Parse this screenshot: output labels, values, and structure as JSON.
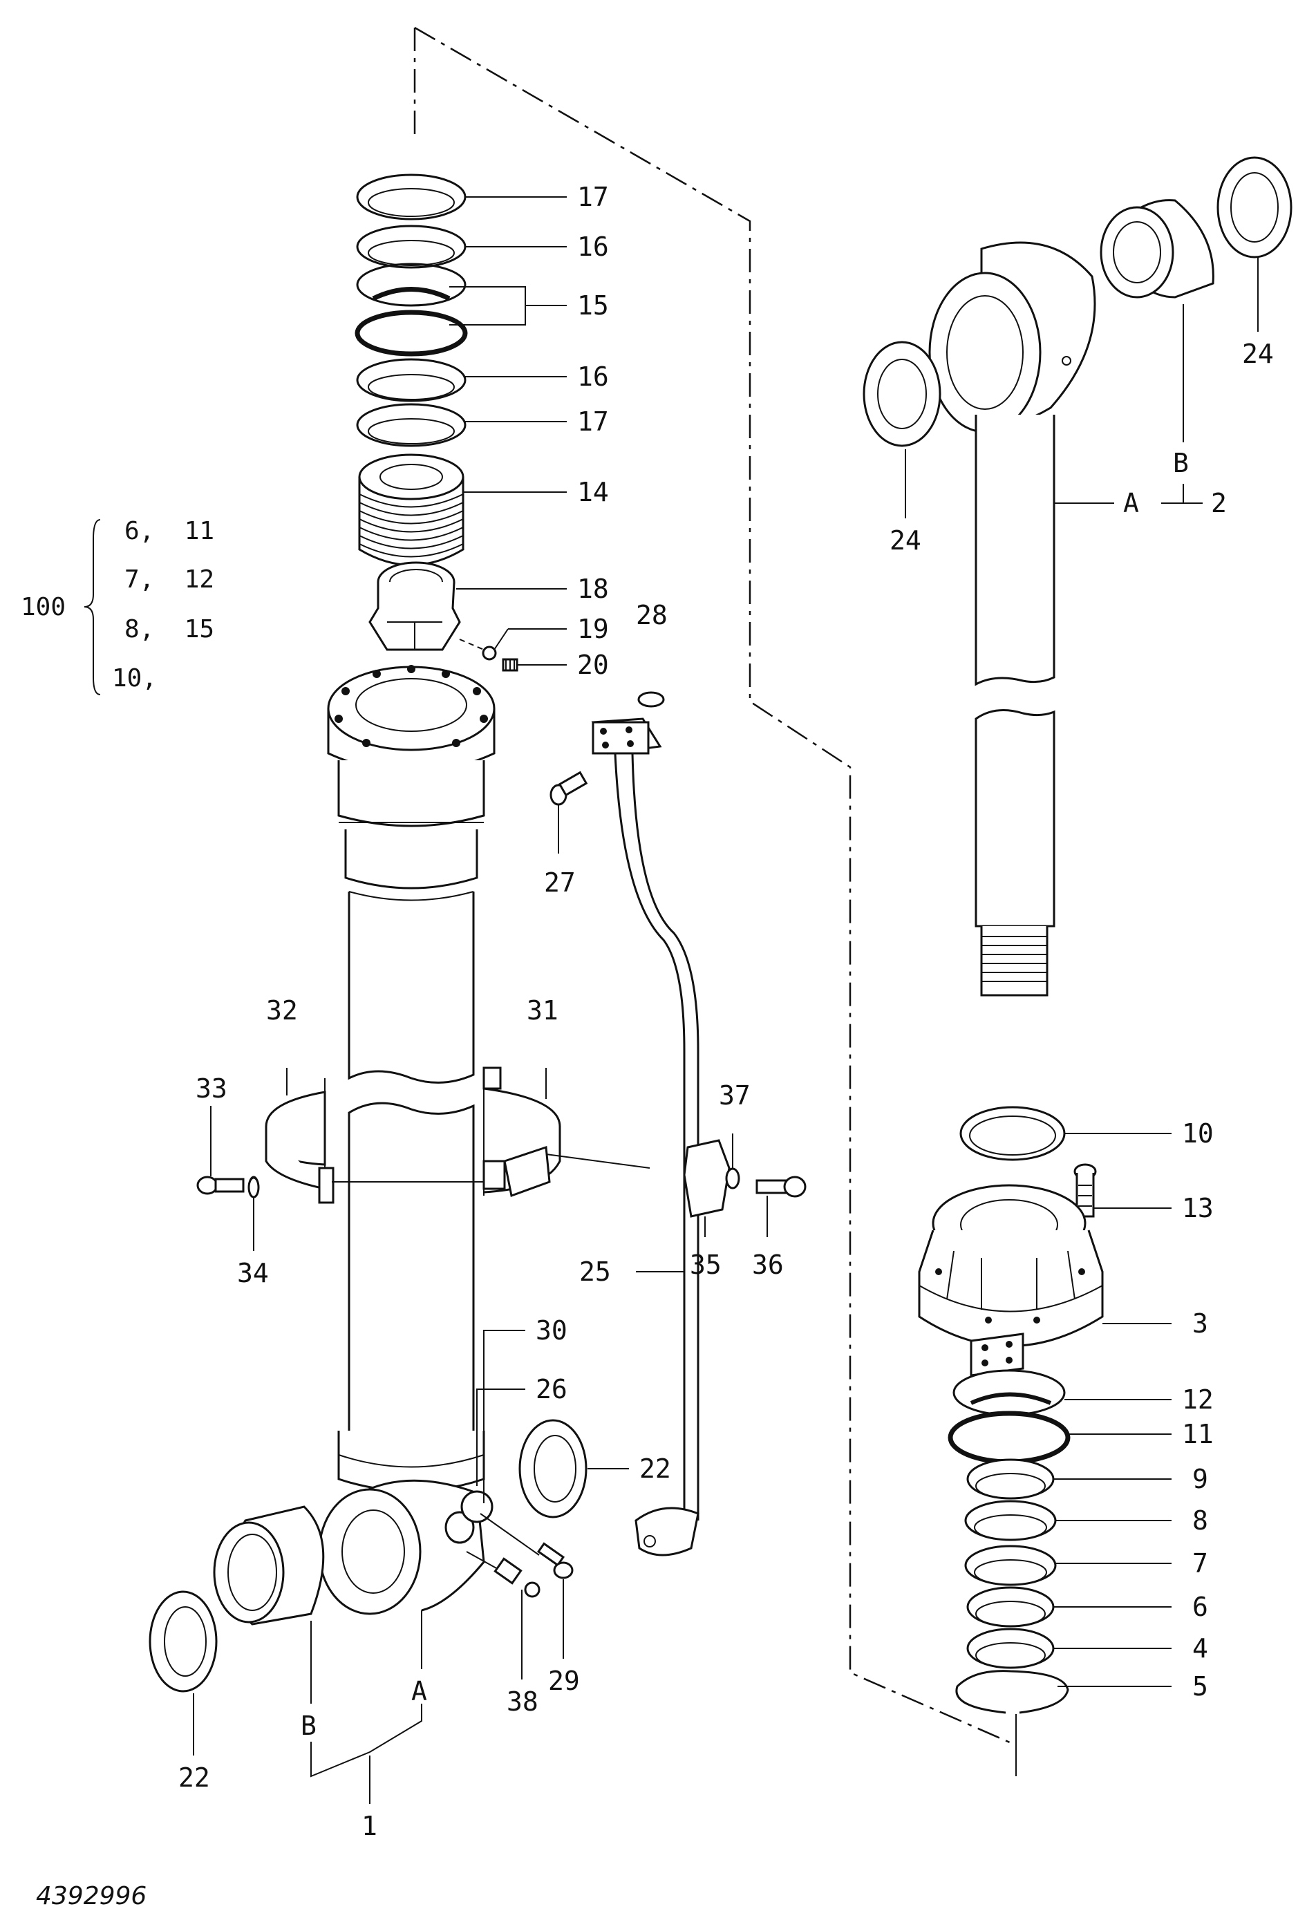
{
  "diagram": {
    "doc_id": "4392996",
    "kit_label": "100",
    "kit_rows": [
      "6,  11",
      "7,  12",
      "8,  15",
      "10,"
    ],
    "callouts": {
      "c17a": "17",
      "c16a": "16",
      "c15": "15",
      "c16b": "16",
      "c17b": "17",
      "c14": "14",
      "c18": "18",
      "c19": "19",
      "c20": "20",
      "c28": "28",
      "c27": "27",
      "c32": "32",
      "c31": "31",
      "c33": "33",
      "c34": "34",
      "c37": "37",
      "c36": "36",
      "c35": "35",
      "c25": "25",
      "c30": "30",
      "c26": "26",
      "c22a": "22",
      "c29": "29",
      "c38": "38",
      "cA1": "A",
      "cB1": "B",
      "c22b": "22",
      "c1": "1",
      "c24a": "24",
      "c24b": "24",
      "cB2": "B",
      "cA2": "A",
      "c2": "2",
      "c10": "10",
      "c13": "13",
      "c3": "3",
      "c12": "12",
      "c11": "11",
      "c9": "9",
      "c8": "8",
      "c7": "7",
      "c6": "6",
      "c4": "4",
      "c5": "5"
    }
  }
}
